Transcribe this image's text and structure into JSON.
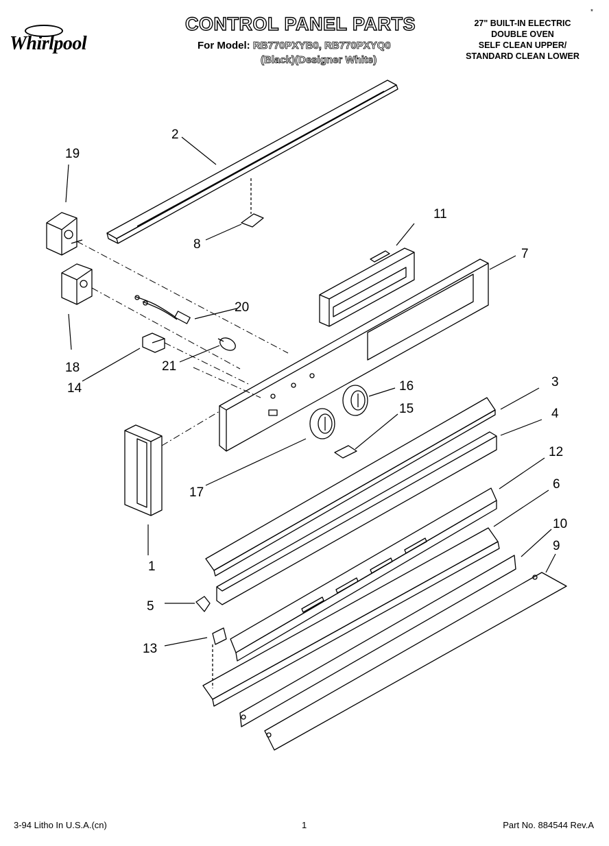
{
  "header": {
    "brand": "Whirlpool",
    "title": "CONTROL PANEL PARTS",
    "model_prefix": "For Model:",
    "model_numbers": "RB770PXYB0, RB770PXYQ0",
    "variants": "(Black)(Designer White)",
    "description": [
      "27\" BUILT-IN ELECTRIC",
      "DOUBLE OVEN",
      "SELF CLEAN UPPER/",
      "STANDARD CLEAN LOWER"
    ],
    "corner_mark": "*"
  },
  "callouts": [
    "1",
    "2",
    "3",
    "4",
    "5",
    "6",
    "7",
    "8",
    "9",
    "10",
    "11",
    "12",
    "13",
    "14",
    "15",
    "16",
    "17",
    "18",
    "19",
    "20",
    "21"
  ],
  "footer": {
    "litho": "3-94 Litho In U.S.A.(cn)",
    "page": "1",
    "part_no": "Part No. 884544 Rev.A"
  }
}
